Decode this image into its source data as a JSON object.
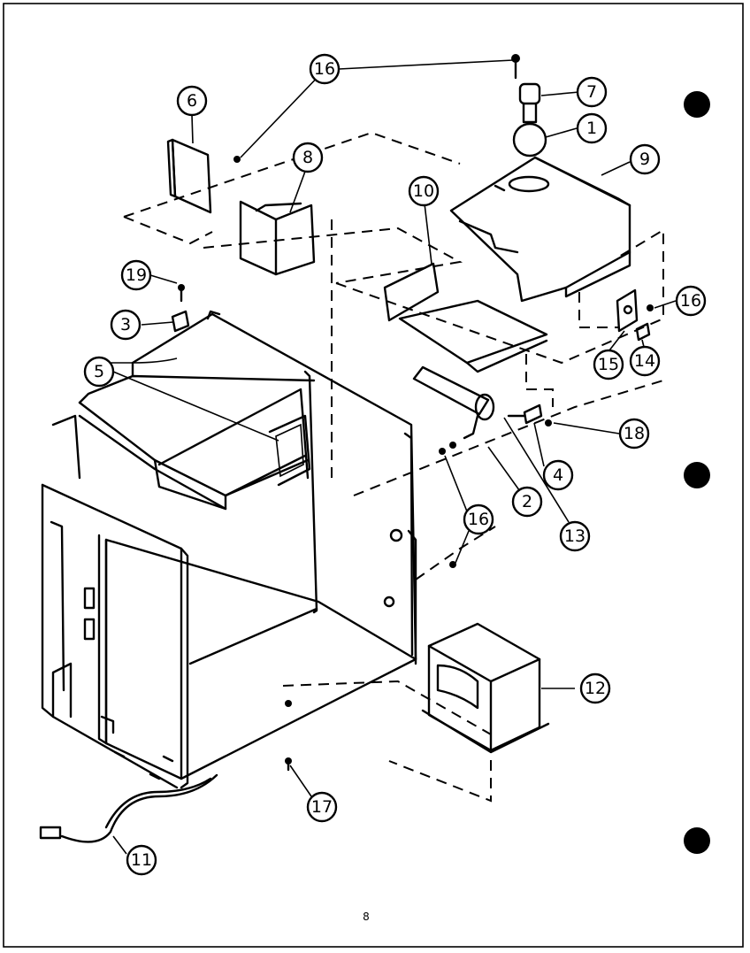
{
  "page_number": "8",
  "callouts": [
    {
      "label": "1"
    },
    {
      "label": "2"
    },
    {
      "label": "3"
    },
    {
      "label": "4"
    },
    {
      "label": "5"
    },
    {
      "label": "6"
    },
    {
      "label": "7"
    },
    {
      "label": "8"
    },
    {
      "label": "9"
    },
    {
      "label": "10"
    },
    {
      "label": "11"
    },
    {
      "label": "12"
    },
    {
      "label": "13"
    },
    {
      "label": "14"
    },
    {
      "label": "15"
    },
    {
      "label": "16"
    },
    {
      "label": "16"
    },
    {
      "label": "16"
    },
    {
      "label": "17"
    },
    {
      "label": "18"
    },
    {
      "label": "19"
    }
  ]
}
